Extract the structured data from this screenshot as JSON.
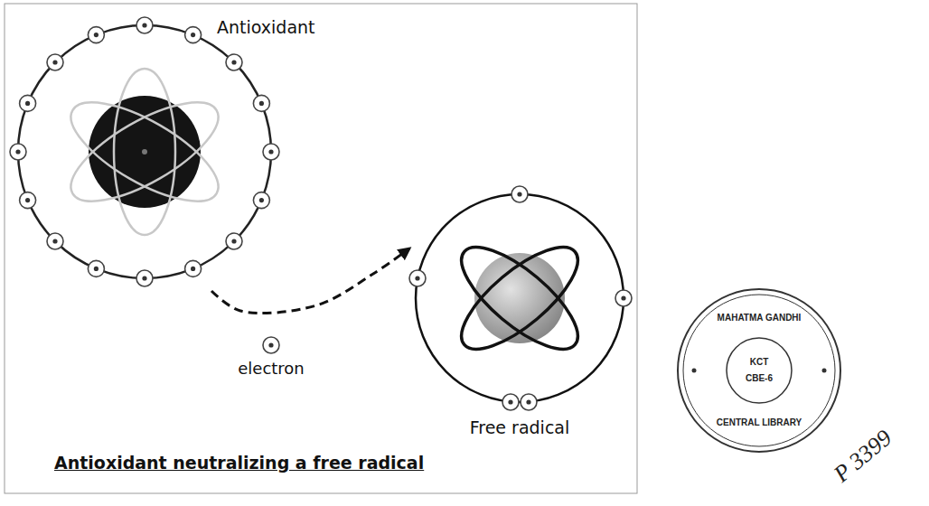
{
  "diagram": {
    "caption": "Antioxidant neutralizing a free radical",
    "nodes": [
      {
        "text": [
          "Antioxidant"
        ]
      },
      {
        "text": [
          "Free radical"
        ]
      }
    ],
    "edges": [
      {
        "from": 0,
        "to": 1,
        "arrow": "to",
        "label": "electron"
      }
    ],
    "labels": [
      "MAHATMA GANDHI",
      "KCT",
      "CBE-6",
      "CENTRAL LIBRARY",
      "P 3399"
    ]
  }
}
